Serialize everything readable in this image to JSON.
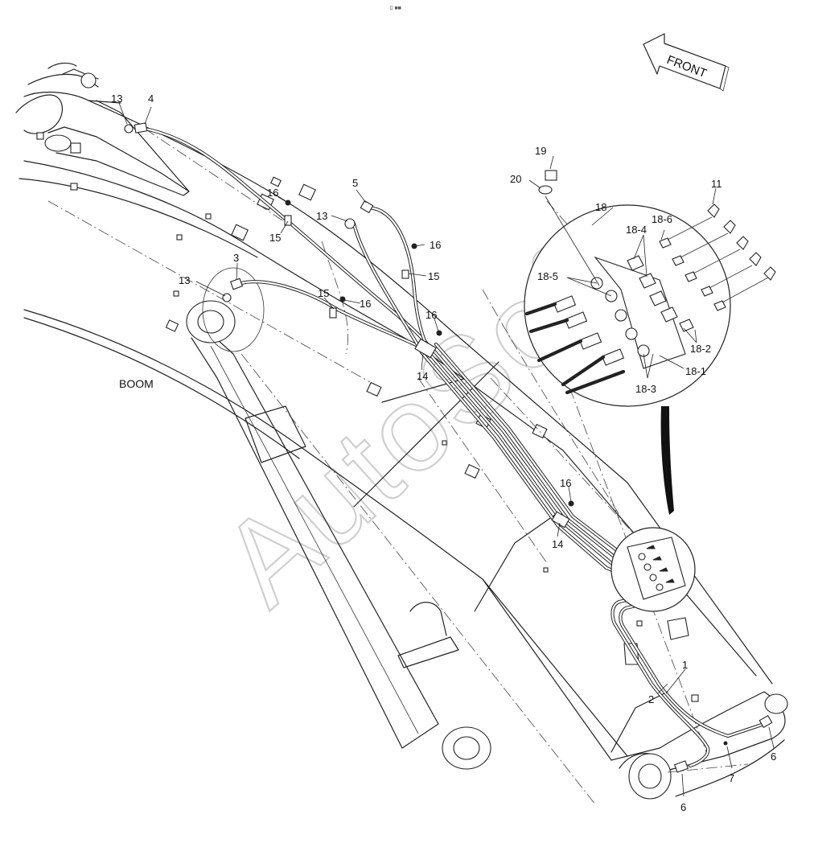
{
  "header": {
    "mark": "ﾛ ■■"
  },
  "front_arrow": {
    "text": "FRONT"
  },
  "boom_label": "BOOM",
  "watermark": "AutoSoft",
  "callouts": {
    "c13a": "13",
    "c4": "4",
    "c16a": "16",
    "c15a": "15",
    "c5": "5",
    "c13b": "13",
    "c16b": "16",
    "c15b": "15",
    "c3": "3",
    "c13c": "13",
    "c15c": "15",
    "c16c": "16",
    "c16d": "16",
    "c14a": "14",
    "c16e": "16",
    "c14b": "14",
    "c19": "19",
    "c20": "20",
    "c18": "18",
    "c11": "11",
    "c18_6": "18-6",
    "c18_4": "18-4",
    "c18_5": "18-5",
    "c18_2": "18-2",
    "c18_1": "18-1",
    "c18_3": "18-3",
    "c1": "1",
    "c2": "2",
    "c6a": "6",
    "c7": "7",
    "c6b": "6"
  }
}
